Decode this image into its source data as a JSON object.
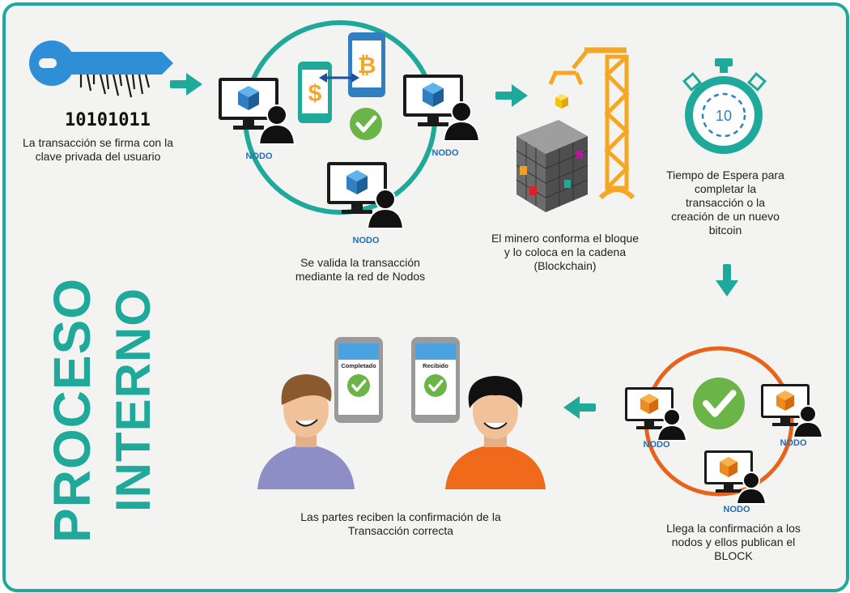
{
  "vertical_title": {
    "line1": "PROCESO",
    "line2": "INTERNO"
  },
  "steps": {
    "sign": "La transacción se firma con la clave privada del usuario",
    "validate": "Se valida la transacción mediante la red de Nodos",
    "miner": "El minero conforma el bloque y lo coloca en la cadena (Blockchain)",
    "wait": "Tiempo de Espera para completar la transacción o la creación de un nuevo bitcoin",
    "confirm": "Llega la confirmación a los nodos y ellos publican el BLOCK",
    "parties": "Las partes reciben la confirmación de la Transacción correcta"
  },
  "node_label": "NODO",
  "binary_text": "10101011",
  "timer_value": "10",
  "phone_labels": {
    "left": "Completado",
    "right": "Recibido"
  },
  "bitcoin_symbol": "₿",
  "dollar_symbol": "$",
  "colors": {
    "teal": "#1fa99a",
    "orange": "#e8621a",
    "blue": "#2f7fc1",
    "key": "#2e8fd6",
    "crane": "#f5a623"
  },
  "icons": [
    "key-icon",
    "computer-user-icon",
    "phone-icon",
    "check-icon",
    "crane-icon",
    "stopwatch-icon",
    "person-icon",
    "arrow-icon"
  ]
}
